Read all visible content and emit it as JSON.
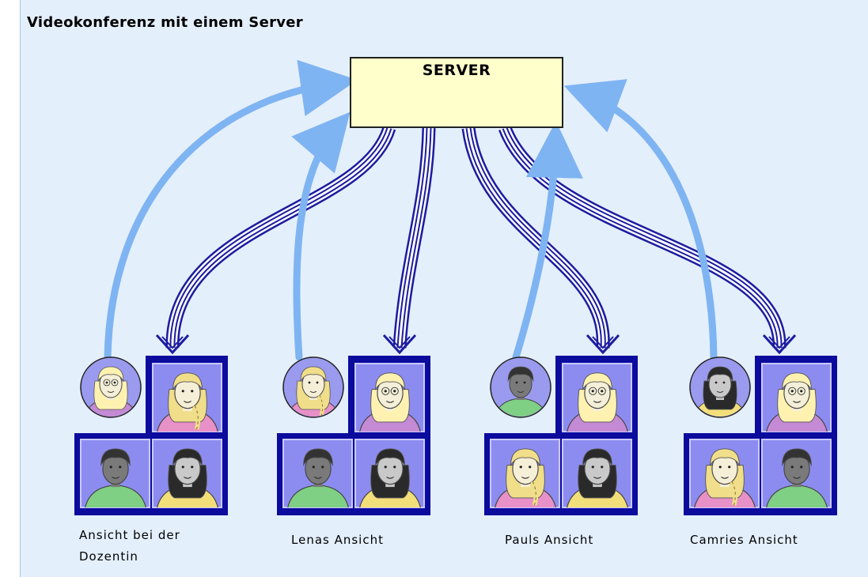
{
  "title": "Videokonferenz mit einem Server",
  "server_label": "SERVER",
  "groups": [
    {
      "caption_line1": "Ansicht bei der",
      "caption_line2": "Dozentin",
      "self": "dozentin",
      "grid": [
        "lena",
        "paul",
        "camrie"
      ]
    },
    {
      "caption_line1": "Lenas Ansicht",
      "self": "lena",
      "grid": [
        "dozentin",
        "paul",
        "camrie"
      ]
    },
    {
      "caption_line1": "Pauls Ansicht",
      "self": "paul",
      "grid": [
        "dozentin",
        "lena",
        "camrie"
      ]
    },
    {
      "caption_line1": "Camries Ansicht",
      "self": "camrie",
      "grid": [
        "dozentin",
        "lena",
        "paul"
      ]
    }
  ],
  "colors": {
    "background": "#e4effc",
    "upload_arrow": "#7fb4f2",
    "download_arrow": "#1c1ca0",
    "frame": "#0b0b9e",
    "tile": "#8c8cf0",
    "server_fill": "#ffffcc"
  },
  "people": {
    "dozentin": {
      "hair": "#fff2b0",
      "skin": "#f4efd8",
      "shirt": "#c58ad4",
      "glasses": true
    },
    "lena": {
      "hair": "#f0de8a",
      "skin": "#f6efd8",
      "shirt": "#e890c8",
      "braid": true
    },
    "paul": {
      "hair": "#333333",
      "skin": "#7a7a7a",
      "shirt": "#7fcf84"
    },
    "camrie": {
      "hair": "#2a2a2a",
      "skin": "#c9c9c9",
      "shirt": "#f3df7a",
      "long": true
    }
  }
}
